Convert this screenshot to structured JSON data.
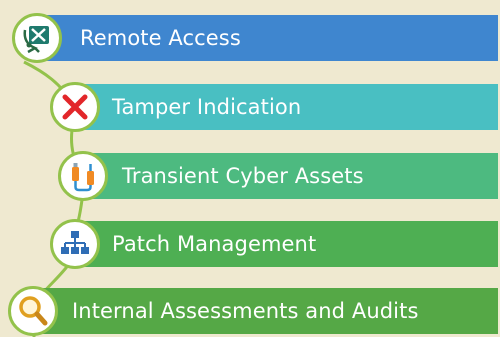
{
  "steps": [
    {
      "label": "Remote Access",
      "icon": "satellite-dish-icon",
      "color": "#3f86cf"
    },
    {
      "label": "Tamper Indication",
      "icon": "red-x-icon",
      "color": "#49bfc2"
    },
    {
      "label": "Transient Cyber Assets",
      "icon": "usb-cable-icon",
      "color": "#4dba80"
    },
    {
      "label": "Patch Management",
      "icon": "network-hierarchy-icon",
      "color": "#4eaf53"
    },
    {
      "label": "Internal Assessments and Audits",
      "icon": "magnifier-icon",
      "color": "#55a846"
    }
  ],
  "colors": {
    "background": "#efe9d0",
    "connector": "#93c24b",
    "circle_border": "#93c24b"
  }
}
